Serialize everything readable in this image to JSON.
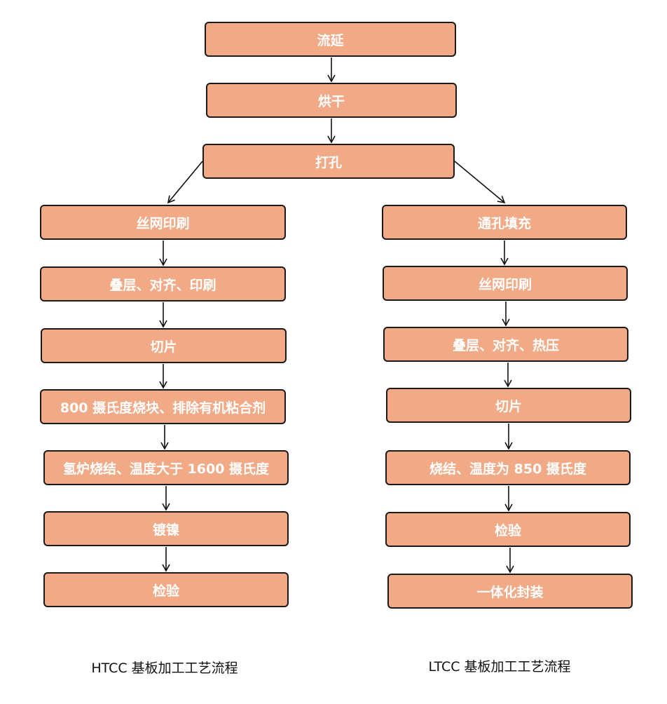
{
  "colors": {
    "box_fill": "#F2AA86",
    "box_border": "#1a1a1a",
    "box_text": "#ffffff",
    "arrow": "#111111"
  },
  "shared_steps": [
    "流延",
    "烘干",
    "打孔"
  ],
  "htcc": {
    "caption": "HTCC 基板加工工艺流程",
    "steps": [
      "丝网印刷",
      "叠层、对齐、印刷",
      "切片",
      "800 摄氏度烧块、排除有机粘合剂",
      "氢炉烧结、温度大于 1600 摄氏度",
      "镀镍",
      "检验"
    ]
  },
  "ltcc": {
    "caption": "LTCC 基板加工工艺流程",
    "steps": [
      "通孔填充",
      "丝网印刷",
      "叠层、对齐、热压",
      "切片",
      "烧结、温度为 850 摄氏度",
      "检验",
      "一体化封装"
    ]
  }
}
